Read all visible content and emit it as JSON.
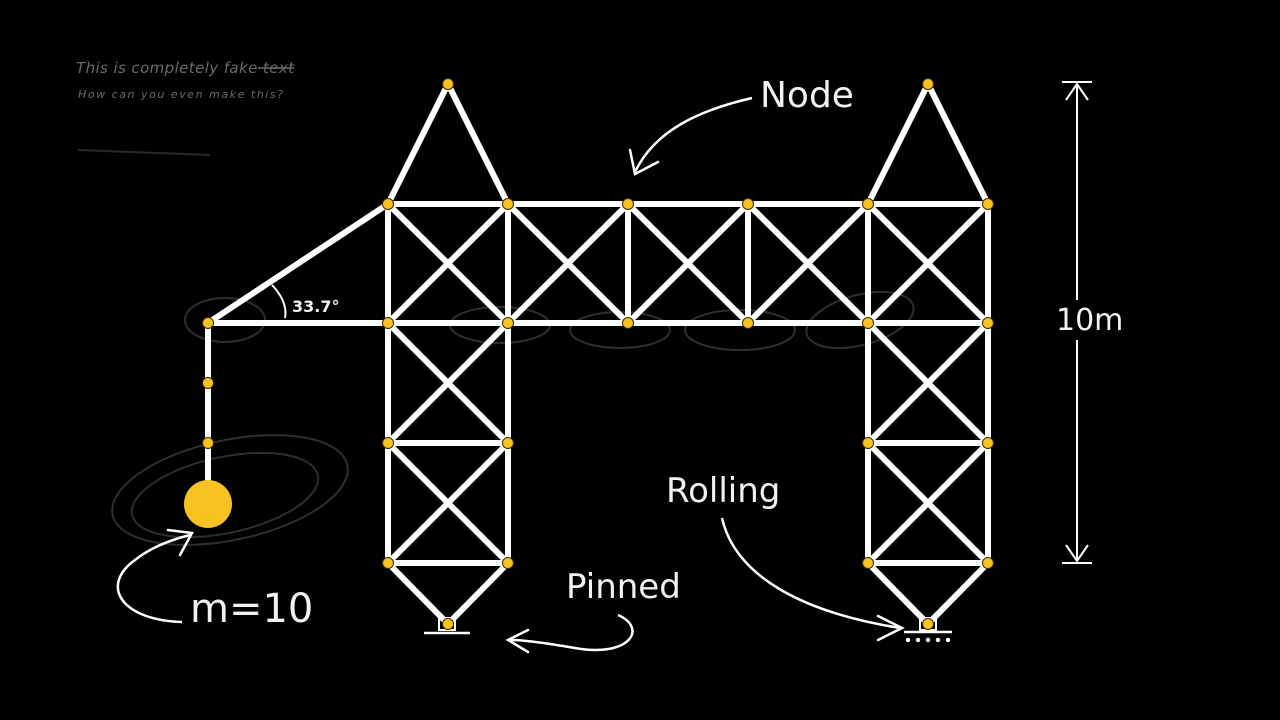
{
  "notes": {
    "line1": "This is completely fake text",
    "line2": "How can you even make this?"
  },
  "labels": {
    "node": "Node",
    "angle": "33.7°",
    "height": "10m",
    "mass": "m=10",
    "pinned": "Pinned",
    "rolling": "Rolling"
  },
  "colors": {
    "background": "#000000",
    "member": "#ffffff",
    "node": "#f9c222",
    "text": "#f2f2f2",
    "ghost": "#3a3a3a"
  }
}
